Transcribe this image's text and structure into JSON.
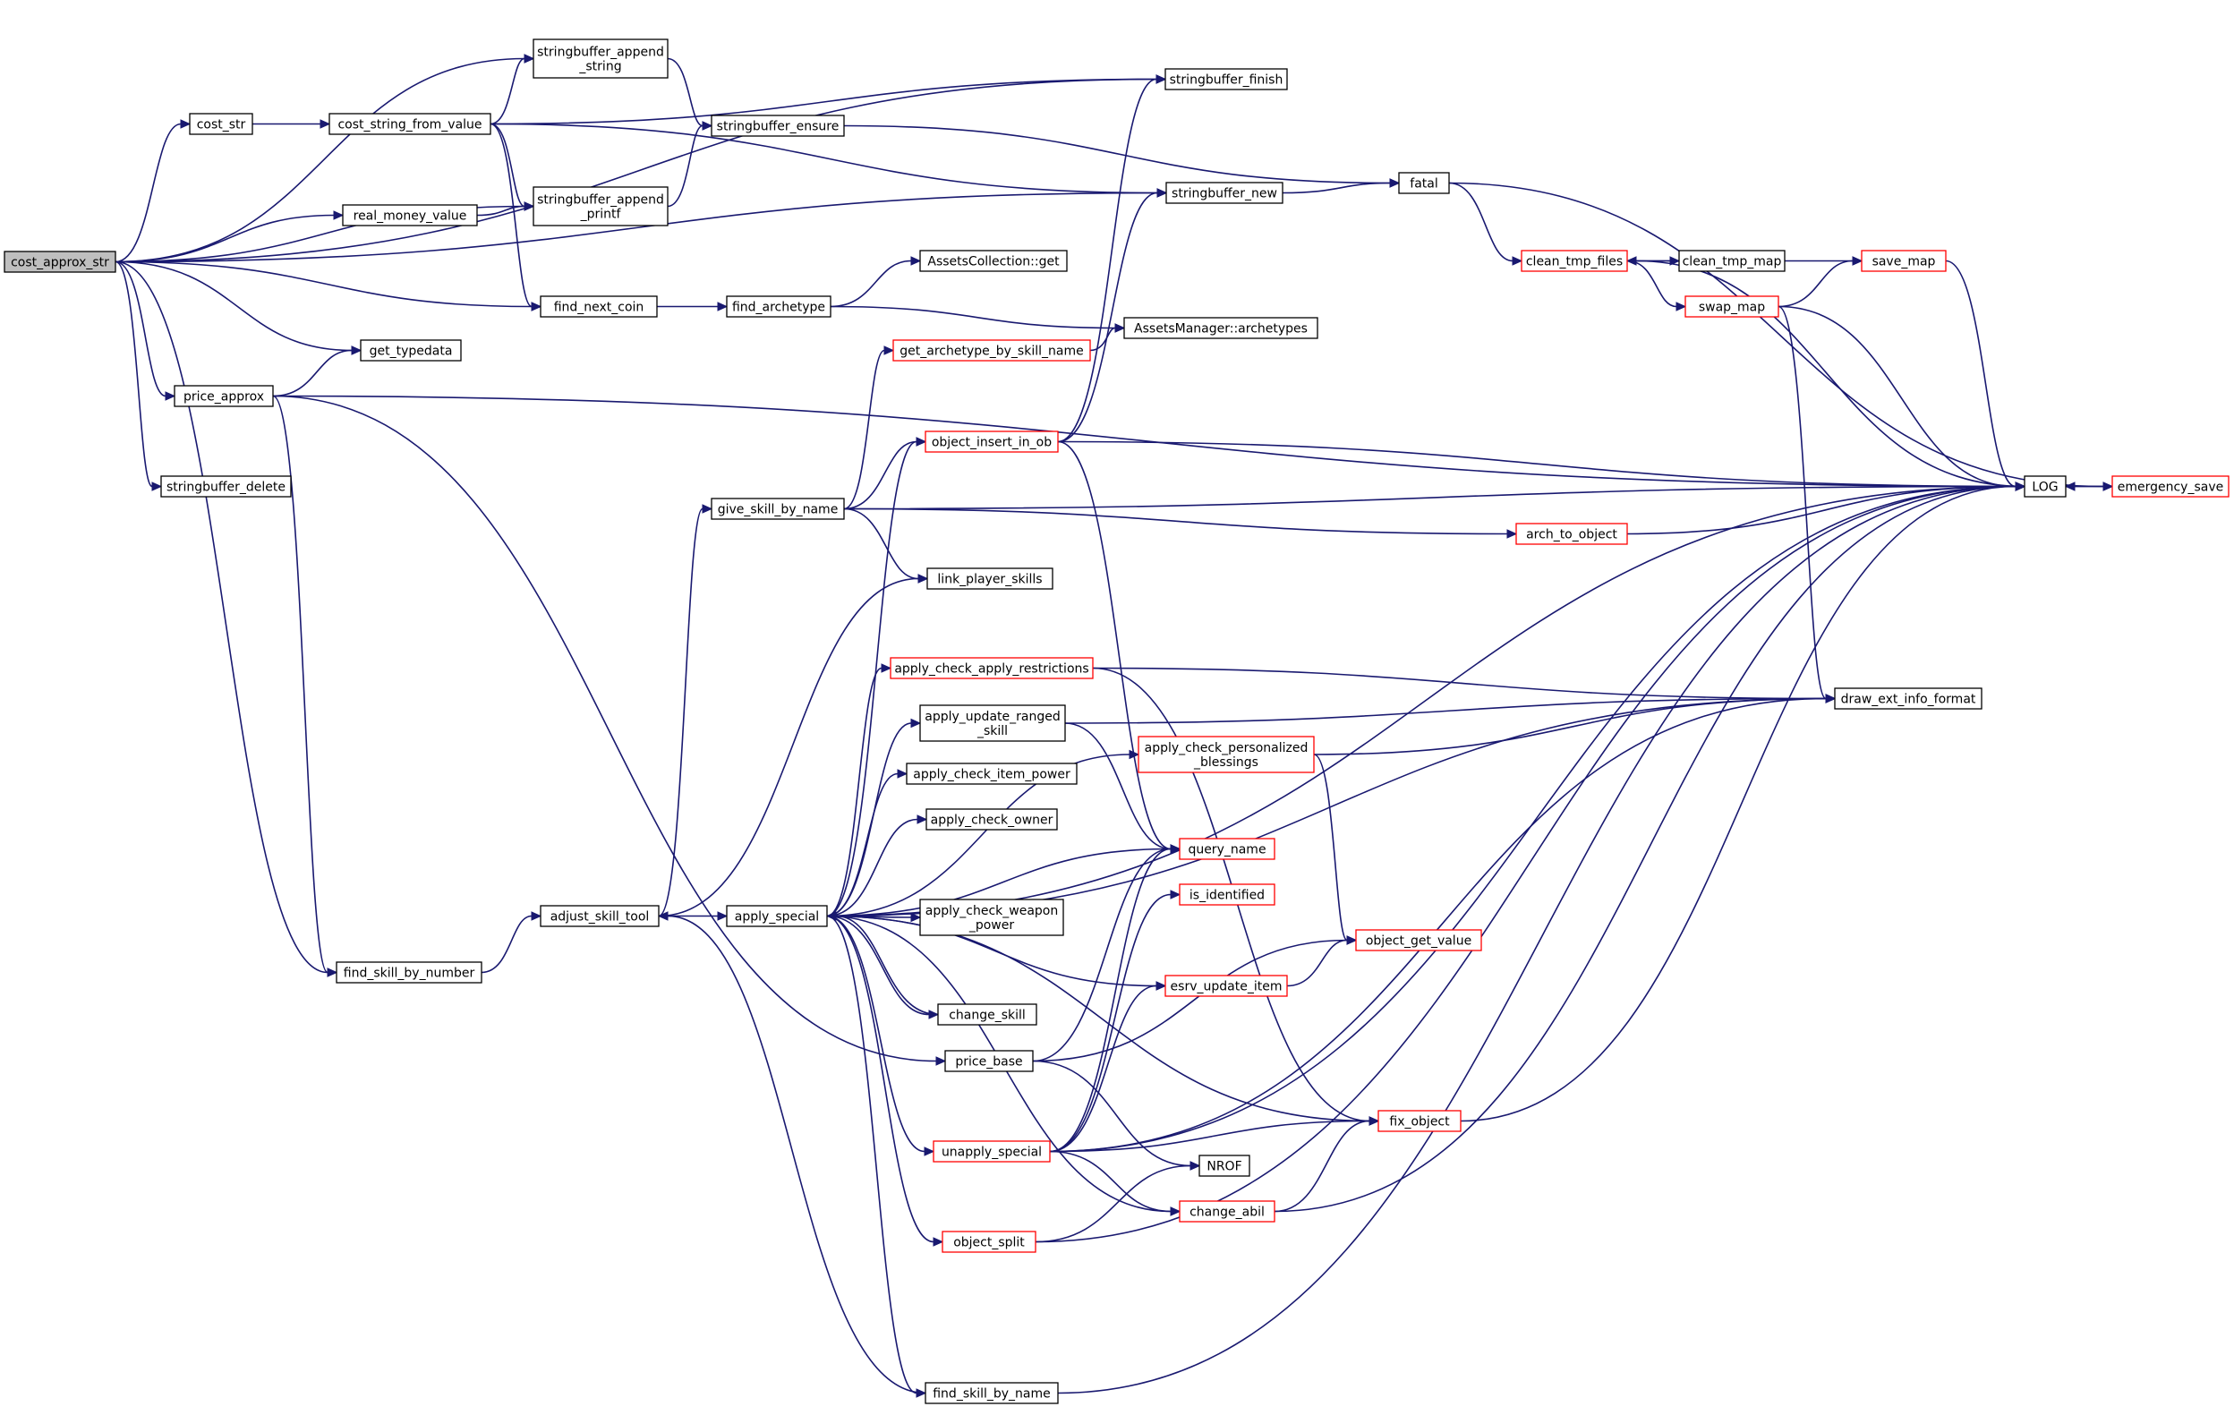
{
  "colors": {
    "edge": "#191970",
    "node_border_default": "#000000",
    "node_border_truncated": "#ff0000",
    "node_fill_default": "#ffffff",
    "node_fill_root": "#bfbfbf"
  },
  "nodes": [
    {
      "id": "cost_approx_str",
      "label": [
        "cost_approx_str"
      ],
      "style": "root"
    },
    {
      "id": "cost_str",
      "label": [
        "cost_str"
      ],
      "style": "normal"
    },
    {
      "id": "cost_string_from_value",
      "label": [
        "cost_string_from_value"
      ],
      "style": "normal"
    },
    {
      "id": "stringbuffer_append_string",
      "label": [
        "stringbuffer_append",
        "_string"
      ],
      "style": "normal"
    },
    {
      "id": "stringbuffer_append_printf",
      "label": [
        "stringbuffer_append",
        "_printf"
      ],
      "style": "normal"
    },
    {
      "id": "real_money_value",
      "label": [
        "real_money_value"
      ],
      "style": "normal"
    },
    {
      "id": "find_next_coin",
      "label": [
        "find_next_coin"
      ],
      "style": "normal"
    },
    {
      "id": "get_typedata",
      "label": [
        "get_typedata"
      ],
      "style": "normal"
    },
    {
      "id": "price_approx",
      "label": [
        "price_approx"
      ],
      "style": "normal"
    },
    {
      "id": "stringbuffer_delete",
      "label": [
        "stringbuffer_delete"
      ],
      "style": "normal"
    },
    {
      "id": "find_skill_by_number",
      "label": [
        "find_skill_by_number"
      ],
      "style": "normal"
    },
    {
      "id": "stringbuffer_ensure",
      "label": [
        "stringbuffer_ensure"
      ],
      "style": "normal"
    },
    {
      "id": "stringbuffer_finish",
      "label": [
        "stringbuffer_finish"
      ],
      "style": "normal"
    },
    {
      "id": "stringbuffer_new",
      "label": [
        "stringbuffer_new"
      ],
      "style": "normal"
    },
    {
      "id": "fatal",
      "label": [
        "fatal"
      ],
      "style": "normal"
    },
    {
      "id": "find_archetype",
      "label": [
        "find_archetype"
      ],
      "style": "normal"
    },
    {
      "id": "assets_collection_get",
      "label": [
        "AssetsCollection::get"
      ],
      "style": "normal"
    },
    {
      "id": "assets_manager_archetypes",
      "label": [
        "AssetsManager::archetypes"
      ],
      "style": "normal"
    },
    {
      "id": "get_archetype_by_skill_name",
      "label": [
        "get_archetype_by_skill_name"
      ],
      "style": "truncated"
    },
    {
      "id": "object_insert_in_ob",
      "label": [
        "object_insert_in_ob"
      ],
      "style": "truncated"
    },
    {
      "id": "give_skill_by_name",
      "label": [
        "give_skill_by_name"
      ],
      "style": "normal"
    },
    {
      "id": "link_player_skills",
      "label": [
        "link_player_skills"
      ],
      "style": "normal"
    },
    {
      "id": "adjust_skill_tool",
      "label": [
        "adjust_skill_tool"
      ],
      "style": "normal"
    },
    {
      "id": "apply_special",
      "label": [
        "apply_special"
      ],
      "style": "normal"
    },
    {
      "id": "apply_check_apply_restrictions",
      "label": [
        "apply_check_apply_restrictions"
      ],
      "style": "truncated"
    },
    {
      "id": "apply_update_ranged_skill",
      "label": [
        "apply_update_ranged",
        "_skill"
      ],
      "style": "normal"
    },
    {
      "id": "apply_check_item_power",
      "label": [
        "apply_check_item_power"
      ],
      "style": "normal"
    },
    {
      "id": "apply_check_owner",
      "label": [
        "apply_check_owner"
      ],
      "style": "normal"
    },
    {
      "id": "apply_check_weapon_power",
      "label": [
        "apply_check_weapon",
        "_power"
      ],
      "style": "normal"
    },
    {
      "id": "change_skill",
      "label": [
        "change_skill"
      ],
      "style": "normal"
    },
    {
      "id": "price_base",
      "label": [
        "price_base"
      ],
      "style": "normal"
    },
    {
      "id": "unapply_special",
      "label": [
        "unapply_special"
      ],
      "style": "truncated"
    },
    {
      "id": "object_split",
      "label": [
        "object_split"
      ],
      "style": "truncated"
    },
    {
      "id": "find_skill_by_name",
      "label": [
        "find_skill_by_name"
      ],
      "style": "normal"
    },
    {
      "id": "apply_check_personalized_blessings",
      "label": [
        "apply_check_personalized",
        "_blessings"
      ],
      "style": "truncated"
    },
    {
      "id": "query_name",
      "label": [
        "query_name"
      ],
      "style": "truncated"
    },
    {
      "id": "is_identified",
      "label": [
        "is_identified"
      ],
      "style": "truncated"
    },
    {
      "id": "object_get_value",
      "label": [
        "object_get_value"
      ],
      "style": "truncated"
    },
    {
      "id": "esrv_update_item",
      "label": [
        "esrv_update_item"
      ],
      "style": "truncated"
    },
    {
      "id": "nrof",
      "label": [
        "NROF"
      ],
      "style": "normal"
    },
    {
      "id": "change_abil",
      "label": [
        "change_abil"
      ],
      "style": "truncated"
    },
    {
      "id": "fix_object",
      "label": [
        "fix_object"
      ],
      "style": "truncated"
    },
    {
      "id": "arch_to_object",
      "label": [
        "arch_to_object"
      ],
      "style": "truncated"
    },
    {
      "id": "clean_tmp_files",
      "label": [
        "clean_tmp_files"
      ],
      "style": "truncated"
    },
    {
      "id": "clean_tmp_map",
      "label": [
        "clean_tmp_map"
      ],
      "style": "normal"
    },
    {
      "id": "swap_map",
      "label": [
        "swap_map"
      ],
      "style": "truncated"
    },
    {
      "id": "save_map",
      "label": [
        "save_map"
      ],
      "style": "truncated"
    },
    {
      "id": "log",
      "label": [
        "LOG"
      ],
      "style": "normal"
    },
    {
      "id": "emergency_save",
      "label": [
        "emergency_save"
      ],
      "style": "truncated"
    },
    {
      "id": "draw_ext_info_format",
      "label": [
        "draw_ext_info_format"
      ],
      "style": "normal"
    }
  ],
  "edges": [
    [
      "cost_approx_str",
      "cost_str"
    ],
    [
      "cost_approx_str",
      "stringbuffer_append_string"
    ],
    [
      "cost_approx_str",
      "stringbuffer_finish"
    ],
    [
      "cost_approx_str",
      "stringbuffer_append_printf"
    ],
    [
      "cost_approx_str",
      "real_money_value"
    ],
    [
      "cost_approx_str",
      "stringbuffer_new"
    ],
    [
      "cost_approx_str",
      "find_next_coin"
    ],
    [
      "cost_approx_str",
      "get_typedata"
    ],
    [
      "cost_approx_str",
      "price_approx"
    ],
    [
      "cost_approx_str",
      "stringbuffer_delete"
    ],
    [
      "cost_approx_str",
      "find_skill_by_number"
    ],
    [
      "cost_str",
      "cost_string_from_value"
    ],
    [
      "cost_string_from_value",
      "stringbuffer_append_string"
    ],
    [
      "cost_string_from_value",
      "stringbuffer_finish"
    ],
    [
      "cost_string_from_value",
      "stringbuffer_append_printf"
    ],
    [
      "cost_string_from_value",
      "stringbuffer_new"
    ],
    [
      "cost_string_from_value",
      "find_next_coin"
    ],
    [
      "real_money_value",
      "stringbuffer_append_printf"
    ],
    [
      "stringbuffer_append_string",
      "stringbuffer_ensure"
    ],
    [
      "stringbuffer_append_printf",
      "stringbuffer_ensure"
    ],
    [
      "stringbuffer_ensure",
      "fatal"
    ],
    [
      "stringbuffer_new",
      "fatal"
    ],
    [
      "fatal",
      "clean_tmp_files"
    ],
    [
      "fatal",
      "emergency_save"
    ],
    [
      "find_next_coin",
      "find_archetype"
    ],
    [
      "find_archetype",
      "assets_collection_get"
    ],
    [
      "find_archetype",
      "assets_manager_archetypes"
    ],
    [
      "price_approx",
      "get_typedata"
    ],
    [
      "price_approx",
      "log"
    ],
    [
      "price_approx",
      "find_skill_by_number"
    ],
    [
      "price_approx",
      "price_base"
    ],
    [
      "find_skill_by_number",
      "adjust_skill_tool"
    ],
    [
      "adjust_skill_tool",
      "give_skill_by_name"
    ],
    [
      "adjust_skill_tool",
      "link_player_skills"
    ],
    [
      "adjust_skill_tool",
      "apply_special"
    ],
    [
      "give_skill_by_name",
      "get_archetype_by_skill_name"
    ],
    [
      "give_skill_by_name",
      "object_insert_in_ob"
    ],
    [
      "give_skill_by_name",
      "log"
    ],
    [
      "give_skill_by_name",
      "arch_to_object"
    ],
    [
      "give_skill_by_name",
      "link_player_skills"
    ],
    [
      "get_archetype_by_skill_name",
      "assets_manager_archetypes"
    ],
    [
      "object_insert_in_ob",
      "stringbuffer_finish"
    ],
    [
      "object_insert_in_ob",
      "stringbuffer_new"
    ],
    [
      "object_insert_in_ob",
      "log"
    ],
    [
      "object_insert_in_ob",
      "query_name"
    ],
    [
      "apply_special",
      "object_insert_in_ob"
    ],
    [
      "apply_special",
      "apply_check_apply_restrictions"
    ],
    [
      "apply_special",
      "apply_update_ranged_skill"
    ],
    [
      "apply_special",
      "apply_check_item_power"
    ],
    [
      "apply_special",
      "apply_check_owner"
    ],
    [
      "apply_special",
      "apply_check_personalized_blessings"
    ],
    [
      "apply_special",
      "apply_check_weapon_power"
    ],
    [
      "apply_special",
      "change_skill"
    ],
    [
      "apply_special",
      "query_name"
    ],
    [
      "apply_special",
      "draw_ext_info_format"
    ],
    [
      "apply_special",
      "unapply_special"
    ],
    [
      "apply_special",
      "change_abil"
    ],
    [
      "apply_special",
      "object_split"
    ],
    [
      "apply_special",
      "fix_object"
    ],
    [
      "apply_special",
      "find_skill_by_name"
    ],
    [
      "apply_special",
      "log"
    ],
    [
      "apply_special",
      "esrv_update_item"
    ],
    [
      "change_skill",
      "apply_special"
    ],
    [
      "apply_check_apply_restrictions",
      "draw_ext_info_format"
    ],
    [
      "apply_check_apply_restrictions",
      "fix_object"
    ],
    [
      "apply_update_ranged_skill",
      "draw_ext_info_format"
    ],
    [
      "apply_update_ranged_skill",
      "query_name"
    ],
    [
      "apply_check_personalized_blessings",
      "draw_ext_info_format"
    ],
    [
      "apply_check_personalized_blessings",
      "object_get_value"
    ],
    [
      "price_base",
      "query_name"
    ],
    [
      "price_base",
      "object_get_value"
    ],
    [
      "price_base",
      "nrof"
    ],
    [
      "unapply_special",
      "draw_ext_info_format"
    ],
    [
      "unapply_special",
      "query_name"
    ],
    [
      "unapply_special",
      "is_identified"
    ],
    [
      "unapply_special",
      "esrv_update_item"
    ],
    [
      "unapply_special",
      "fix_object"
    ],
    [
      "unapply_special",
      "change_abil"
    ],
    [
      "unapply_special",
      "log"
    ],
    [
      "esrv_update_item",
      "object_get_value"
    ],
    [
      "change_abil",
      "fix_object"
    ],
    [
      "change_abil",
      "log"
    ],
    [
      "object_split",
      "nrof"
    ],
    [
      "object_split",
      "log"
    ],
    [
      "find_skill_by_name",
      "adjust_skill_tool"
    ],
    [
      "find_skill_by_name",
      "log"
    ],
    [
      "fix_object",
      "log"
    ],
    [
      "arch_to_object",
      "log"
    ],
    [
      "clean_tmp_files",
      "clean_tmp_map"
    ],
    [
      "clean_tmp_files",
      "swap_map"
    ],
    [
      "clean_tmp_files",
      "save_map"
    ],
    [
      "swap_map",
      "save_map"
    ],
    [
      "swap_map",
      "log"
    ],
    [
      "swap_map",
      "draw_ext_info_format"
    ],
    [
      "save_map",
      "log"
    ],
    [
      "log",
      "clean_tmp_files"
    ],
    [
      "log",
      "emergency_save"
    ],
    [
      "emergency_save",
      "log"
    ]
  ]
}
